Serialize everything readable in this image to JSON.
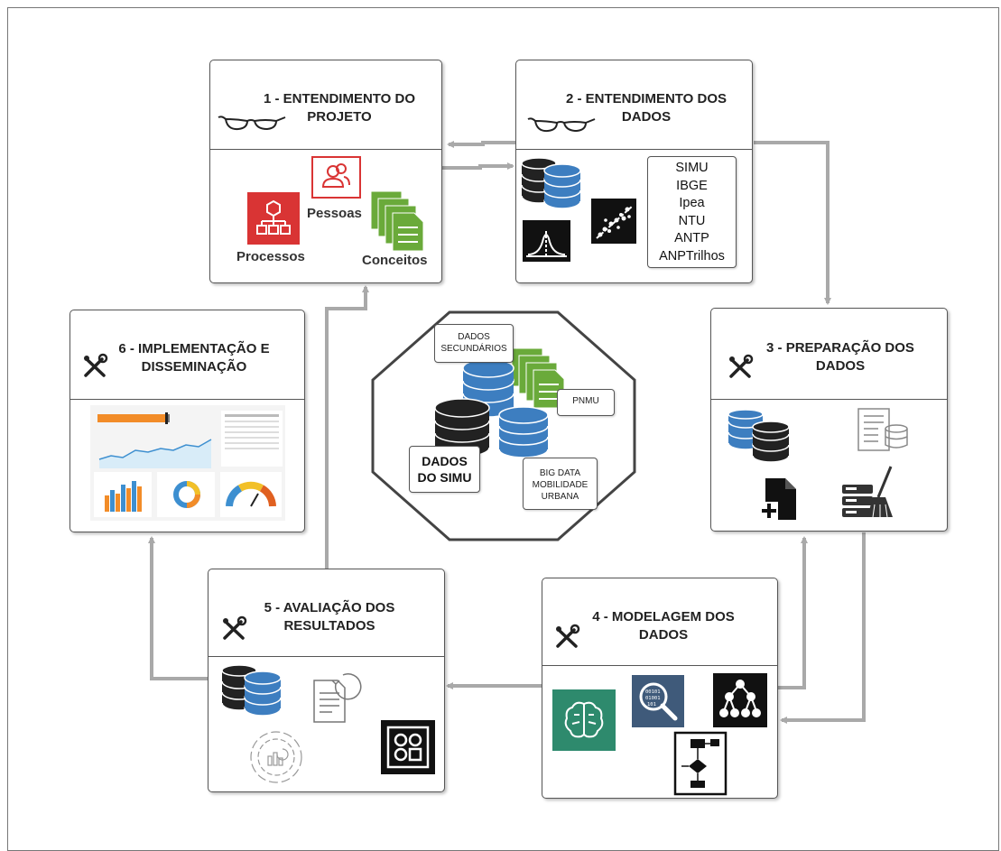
{
  "steps": [
    {
      "title_line1": "1 - ENTENDIMENTO DO",
      "title_line2": "PROJETO",
      "labels": {
        "processos": "Processos",
        "pessoas": "Pessoas",
        "conceitos": "Conceitos"
      }
    },
    {
      "title_line1": "2 - ENTENDIMENTO DOS",
      "title_line2": "DADOS",
      "sources": [
        "SIMU",
        "IBGE",
        "Ipea",
        "NTU",
        "ANTP",
        "ANPTrilhos"
      ]
    },
    {
      "title_line1": "3 - PREPARAÇÃO DOS",
      "title_line2": "DADOS"
    },
    {
      "title_line1": "4 - MODELAGEM DOS",
      "title_line2": "DADOS"
    },
    {
      "title_line1": "5 - AVALIAÇÃO DOS",
      "title_line2": "RESULTADOS"
    },
    {
      "title_line1": "6 - IMPLEMENTAÇÃO E",
      "title_line2": "DISSEMINAÇÃO"
    }
  ],
  "center": {
    "secundarios_line1": "DADOS",
    "secundarios_line2": "SECUNDÁRIOS",
    "pnmu": "PNMU",
    "simu_line1": "DADOS",
    "simu_line2": "DO SIMU",
    "bigdata_line1": "BIG DATA",
    "bigdata_line2": "MOBILIDADE",
    "bigdata_line3": "URBANA"
  },
  "colors": {
    "db_blue": "#3d7ec0",
    "db_black": "#222222",
    "doc_green": "#6aaa3a",
    "red": "#d93434",
    "arrow_gray": "#a9a9a9",
    "teal": "#2e8a6d",
    "slate": "#3f5a7a"
  },
  "icons": [
    "glasses-icon",
    "tools-icon",
    "database-icon",
    "org-chart-icon",
    "people-icon",
    "documents-icon",
    "bell-curve-icon",
    "scatter-plot-icon",
    "file-add-icon",
    "server-clean-icon",
    "brain-icon",
    "data-search-icon",
    "tree-icon",
    "flowchart-icon",
    "chart-circle-icon",
    "grid-icon",
    "document-refresh-icon",
    "dashboard-icon"
  ]
}
